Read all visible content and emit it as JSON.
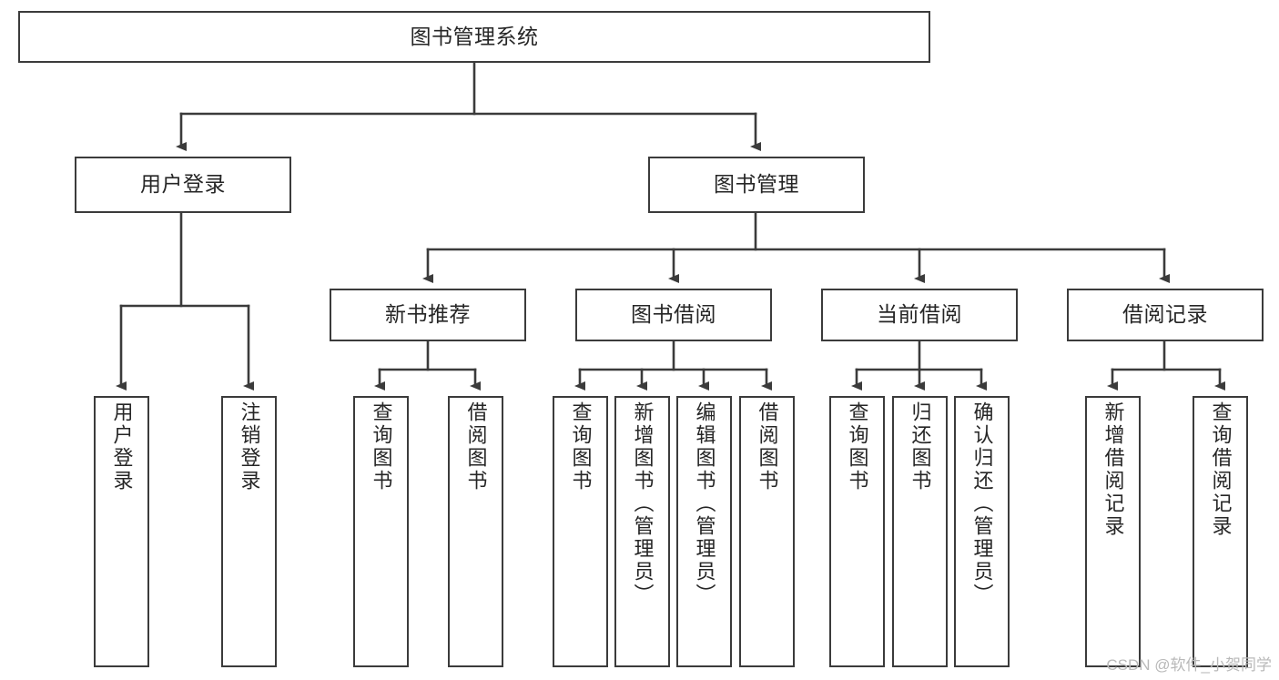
{
  "diagram": {
    "type": "tree-hierarchy",
    "title": "图书管理系统",
    "root": {
      "label": "图书管理系统"
    },
    "level1": [
      {
        "label": "用户登录"
      },
      {
        "label": "图书管理"
      }
    ],
    "level2": [
      {
        "label": "新书推荐"
      },
      {
        "label": "图书借阅"
      },
      {
        "label": "当前借阅"
      },
      {
        "label": "借阅记录"
      }
    ],
    "leaves": {
      "user_login": [
        {
          "label": "用户登录"
        },
        {
          "label": "注销登录"
        }
      ],
      "new_book_recommend": [
        {
          "label": "查询图书"
        },
        {
          "label": "借阅图书"
        }
      ],
      "book_borrow": [
        {
          "label": "查询图书"
        },
        {
          "label": "新增图书（管理员）"
        },
        {
          "label": "编辑图书（管理员）"
        },
        {
          "label": "借阅图书"
        }
      ],
      "current_borrow": [
        {
          "label": "查询图书"
        },
        {
          "label": "归还图书"
        },
        {
          "label": "确认归还（管理员）"
        }
      ],
      "borrow_record": [
        {
          "label": "新增借阅记录"
        },
        {
          "label": "查询借阅记录"
        }
      ]
    }
  },
  "watermark": {
    "text": "CSDN @软件_小贺同学"
  },
  "colors": {
    "stroke": "#3b3b3b",
    "background": "#ffffff",
    "text": "#262626",
    "watermark": "#b9b9b9"
  }
}
